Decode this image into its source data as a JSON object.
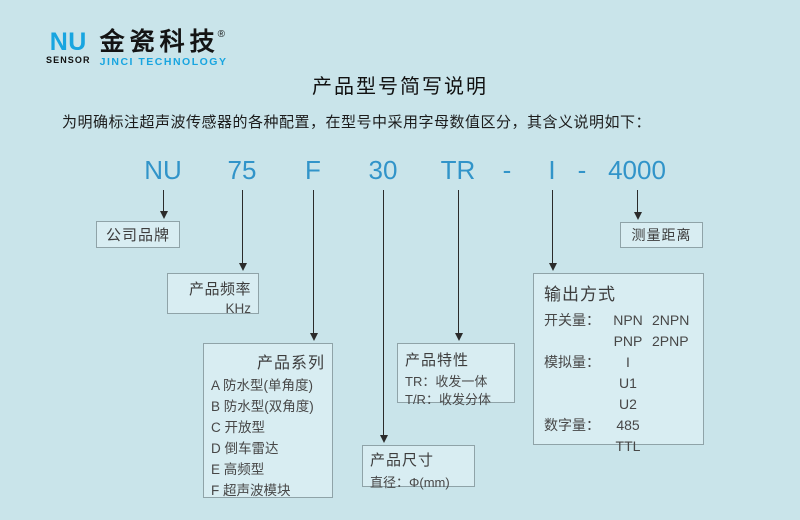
{
  "logo": {
    "nu": "NU",
    "sensor": "SENSOR",
    "cn_name": "金瓷科技",
    "registered": "®",
    "en_name": "JINCI TECHNOLOGY"
  },
  "title": "产品型号简写说明",
  "subtitle": "为明确标注超声波传感器的各种配置，在型号中采用字母数值区分，其含义说明如下：",
  "model": {
    "segments": [
      "NU",
      "75",
      "F",
      "30",
      "TR",
      "-",
      "I",
      "-",
      "4000"
    ]
  },
  "boxes": {
    "brand": {
      "title": "公司品牌"
    },
    "frequency": {
      "title": "产品频率",
      "unit": "KHz"
    },
    "series": {
      "title": "产品系列",
      "items": [
        "A 防水型(单角度)",
        "B 防水型(双角度)",
        "C 开放型",
        "D 倒车雷达",
        "E 高频型",
        "F 超声波模块"
      ]
    },
    "feature": {
      "title": "产品特性",
      "items": [
        "TR：收发一体",
        "T/R：收发分体"
      ]
    },
    "size": {
      "title": "产品尺寸",
      "detail": "直径：Φ(mm)"
    },
    "output": {
      "title": "输出方式",
      "rows": [
        {
          "label": "开关量：",
          "col1": "NPN",
          "col2": "2NPN"
        },
        {
          "label": "",
          "col1": "PNP",
          "col2": "2PNP"
        },
        {
          "label": "模拟量：",
          "col1": "I",
          "col2": ""
        },
        {
          "label": "",
          "col1": "U1",
          "col2": ""
        },
        {
          "label": "",
          "col1": "U2",
          "col2": ""
        },
        {
          "label": "数字量：",
          "col1": "485",
          "col2": ""
        },
        {
          "label": "",
          "col1": "TTL",
          "col2": ""
        }
      ]
    },
    "distance": {
      "title": "测量距离"
    }
  },
  "colors": {
    "background": "#c9e4ea",
    "model_blue": "#3194c9",
    "logo_blue": "#18a5e0",
    "box_fill": "#d8edf2",
    "box_border": "#8fa3a8",
    "arrow": "#2b2b2b"
  }
}
